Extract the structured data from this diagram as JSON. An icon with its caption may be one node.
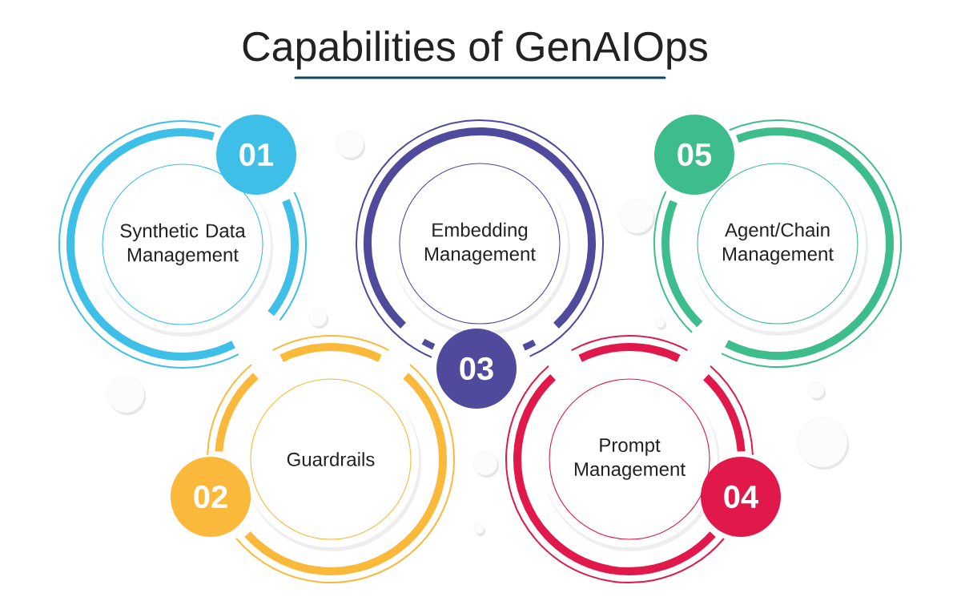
{
  "diagram": {
    "title": "Capabilities of GenAIOps",
    "nodes": [
      {
        "text": [
          "01"
        ]
      },
      {
        "text": [
          "Synthetic Data Management"
        ]
      },
      {
        "text": [
          "02"
        ]
      },
      {
        "text": [
          "Guardrails"
        ]
      },
      {
        "text": [
          "03"
        ]
      },
      {
        "text": [
          "Embedding Management"
        ]
      },
      {
        "text": [
          "04"
        ]
      },
      {
        "text": [
          "Prompt Management"
        ]
      },
      {
        "text": [
          "05"
        ]
      },
      {
        "text": [
          "Agent/Chain Management"
        ]
      }
    ]
  }
}
